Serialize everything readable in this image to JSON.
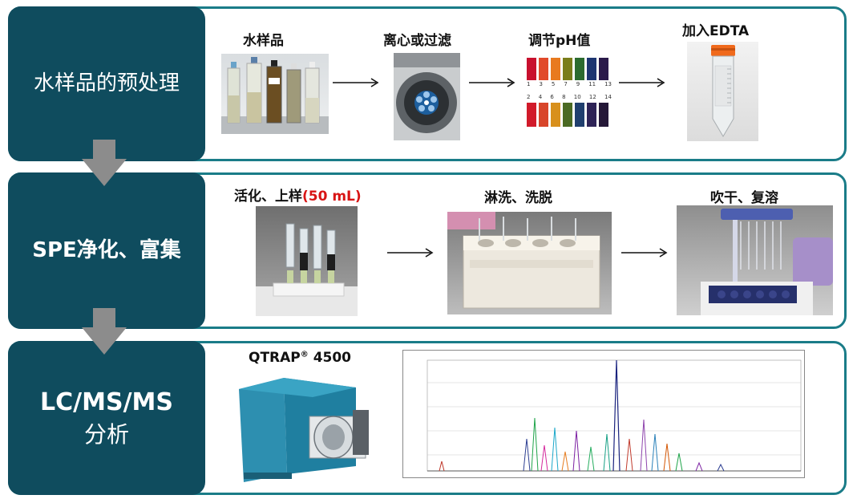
{
  "rows": [
    {
      "stage": "水样品的预处理",
      "steps": [
        "水样品",
        "离心或过滤",
        "调节pH值",
        "加入EDTA"
      ]
    },
    {
      "stage": "SPE净化、富集",
      "steps": [
        {
          "text": "活化、上样",
          "highlight": "(50 mL)"
        },
        "淋洗、洗脱",
        "吹干、复溶"
      ]
    },
    {
      "stage_line1": "LC/MS/MS",
      "stage_line2": "分析",
      "instrument": "QTRAP",
      "instrument_sup": "®",
      "instrument_model": "4500"
    }
  ],
  "ph_strip_numbers_top": [
    "1",
    "3",
    "5",
    "7",
    "9",
    "11",
    "13"
  ],
  "ph_strip_numbers_bottom": [
    "2",
    "4",
    "6",
    "8",
    "10",
    "12",
    "14"
  ],
  "colors": {
    "frame": "#1a7c88",
    "stage_fill": "#0f4c5e",
    "arrow_gray": "#8c8c8c",
    "highlight": "#d81414"
  }
}
